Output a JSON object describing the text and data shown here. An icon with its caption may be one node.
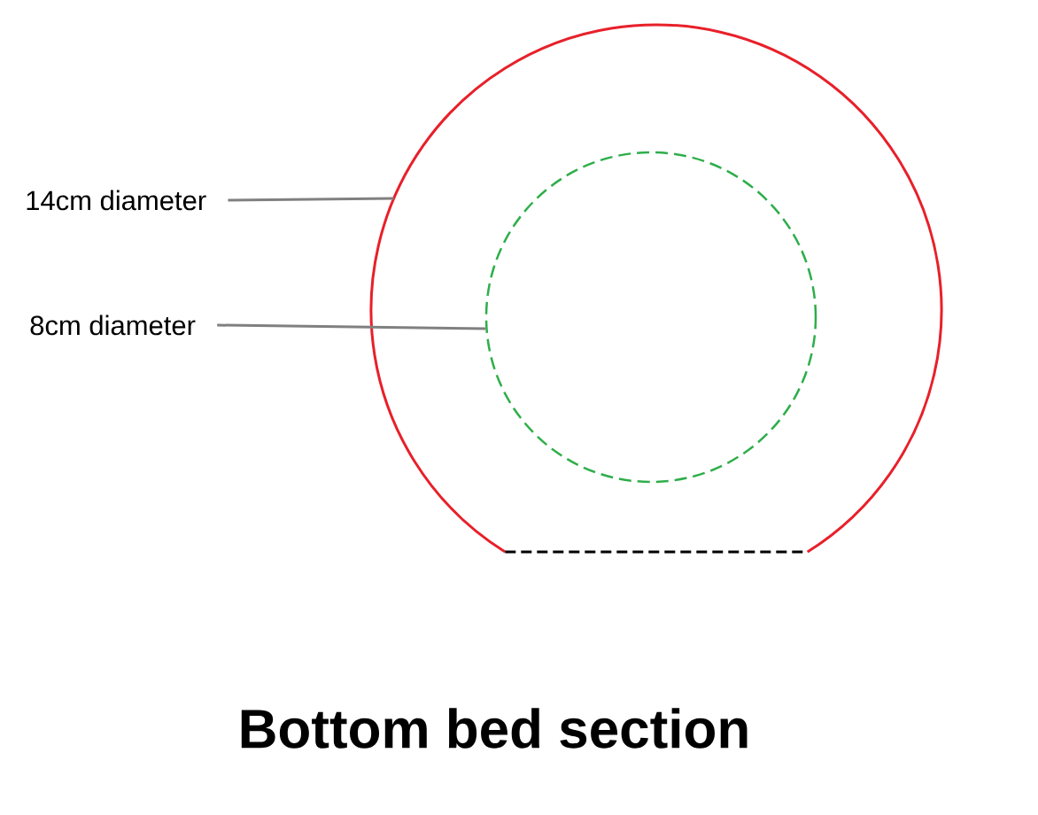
{
  "diagram": {
    "caption": "Bottom bed section",
    "nodes": [
      {
        "text": [
          "14cm diameter"
        ]
      },
      {
        "text": [
          "8cm diameter"
        ]
      },
      {
        "text": [],
        "shape": "circle"
      },
      {
        "text": [],
        "shape": "circle",
        "in": 2
      }
    ],
    "edges": [
      {
        "from": 0,
        "to": 2,
        "arrow": "none"
      },
      {
        "from": 1,
        "to": 3,
        "arrow": "none"
      }
    ]
  }
}
